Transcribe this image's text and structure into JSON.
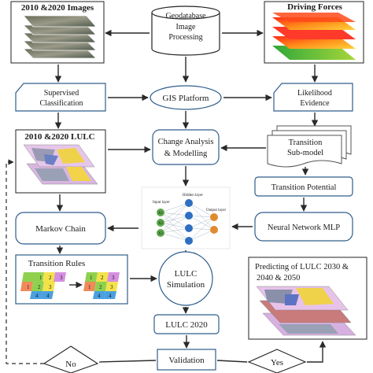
{
  "images_title": "2010 &2020 Images",
  "driving_forces_title": "Driving Forces",
  "geodatabase": {
    "line1": "Geodatabase",
    "line2": "Image",
    "line3": "Processing"
  },
  "supervised": {
    "line1": "Supervised",
    "line2": "Classification"
  },
  "gis_platform": "GIS Platform",
  "likelihood": {
    "line1": "Likelihood",
    "line2": "Evidence"
  },
  "lulc_title": "2010 &2020 LULC",
  "change_analysis": {
    "line1": "Change Analysis",
    "line2": "& Modelling"
  },
  "transition_submodel": {
    "line1": "Transition",
    "line2": "Sub-model"
  },
  "transition_potential": "Transition Potential",
  "markov_chain": "Markov Chain",
  "nn_labels": {
    "input": "Input layer",
    "hidden": "Hidden layer",
    "output": "Output layer",
    "x1": "X1",
    "x2": "X2",
    "x3": "X3"
  },
  "neural_network": "Neural Network MLP",
  "transition_rules": "Transition Rules",
  "matrix1": [
    "1",
    "2",
    "3",
    "1",
    "2",
    "3",
    "4",
    "4"
  ],
  "matrix2": [
    "1",
    "2",
    "3",
    "1",
    "2",
    "3",
    "4",
    "4"
  ],
  "lulc_simulation": {
    "line1": "LULC",
    "line2": "Simulation"
  },
  "predicting": {
    "line1": "Predicting of LULC 2030 &",
    "line2": "2040 & 2050"
  },
  "lulc_2020": "LULC 2020",
  "validation": "Validation",
  "no": "No",
  "yes": "Yes",
  "colors": {
    "border": "#2f5d8a",
    "arrow": "#2a2a2a",
    "node_green": "#5aa64a",
    "node_blue": "#2f6fc1",
    "node_orange": "#e08a2e"
  }
}
